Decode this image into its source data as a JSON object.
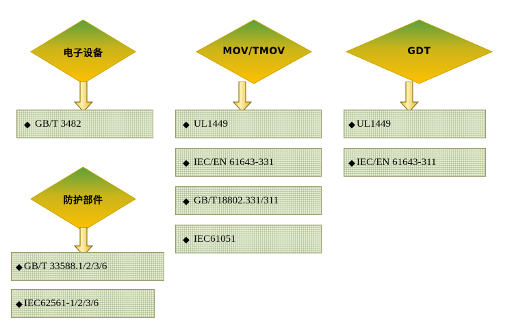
{
  "diagram": {
    "title": "Standards mapping diagram",
    "colors": {
      "diamond_top": "#5aa03c",
      "diamond_bottom": "#ffc000",
      "diamond_border": "#c8a000",
      "box_fill": "#e4ecd2",
      "box_border": "#9a9a6a",
      "arrow_fill": "#ffd34d",
      "arrow_border": "#7f6000",
      "text": "#000000"
    },
    "bullet_glyph": "◆",
    "nodes": [
      {
        "id": "electronic-equipment",
        "label": "电子设备"
      },
      {
        "id": "mov-tmov",
        "label": "MOV/TMOV"
      },
      {
        "id": "gdt",
        "label": "GDT"
      },
      {
        "id": "protection-component",
        "label": "防护部件"
      }
    ],
    "columns": [
      {
        "id": "electronic-equipment",
        "node": "电子设备",
        "items": [
          "GB/T 3482"
        ]
      },
      {
        "id": "mov-tmov",
        "node": "MOV/TMOV",
        "items": [
          "UL1449",
          "IEC/EN 61643-331",
          "GB/T18802.331/311",
          "IEC61051"
        ]
      },
      {
        "id": "gdt",
        "node": "GDT",
        "items": [
          "UL1449",
          "IEC/EN 61643-311"
        ]
      },
      {
        "id": "protection-component",
        "node": "防护部件",
        "items": [
          "GB/T 33588.1/2/3/6",
          "IEC62561-1/2/3/6"
        ]
      }
    ]
  }
}
